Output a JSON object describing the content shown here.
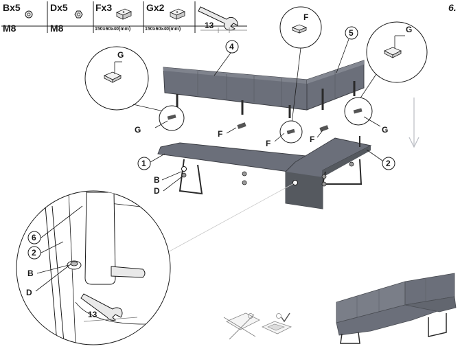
{
  "step": {
    "number": "6."
  },
  "parts": [
    {
      "code": "Bx5",
      "size_label": "M8",
      "icon": "washer-icon"
    },
    {
      "code": "Dx5",
      "size_label": "M8",
      "icon": "nut-icon"
    },
    {
      "code": "Fx3",
      "size_label": "150x60x40(mm)",
      "icon": "block-icon"
    },
    {
      "code": "Gx2",
      "size_label": "150x60x40(mm)",
      "icon": "block-icon"
    }
  ],
  "tool": {
    "icon": "wrench-icon",
    "size": "13"
  },
  "callouts": {
    "g_detail_left": "G",
    "g_detail_right": "G",
    "f_detail": "F",
    "g_left": "G",
    "g_right": "G",
    "f1": "F",
    "f2": "F",
    "f3": "F",
    "b": "B",
    "d": "D",
    "part_1": "1",
    "part_2": "2",
    "part_4": "4",
    "part_5": "5",
    "zoom_6": "6",
    "zoom_2": "2",
    "zoom_b": "B",
    "zoom_d": "D",
    "zoom_wrench_size": "13"
  },
  "colors": {
    "furniture": "#6b6f7a",
    "furniture_dark": "#55595f",
    "line": "#1a1a1a",
    "arrow": "#b9bcc3"
  }
}
